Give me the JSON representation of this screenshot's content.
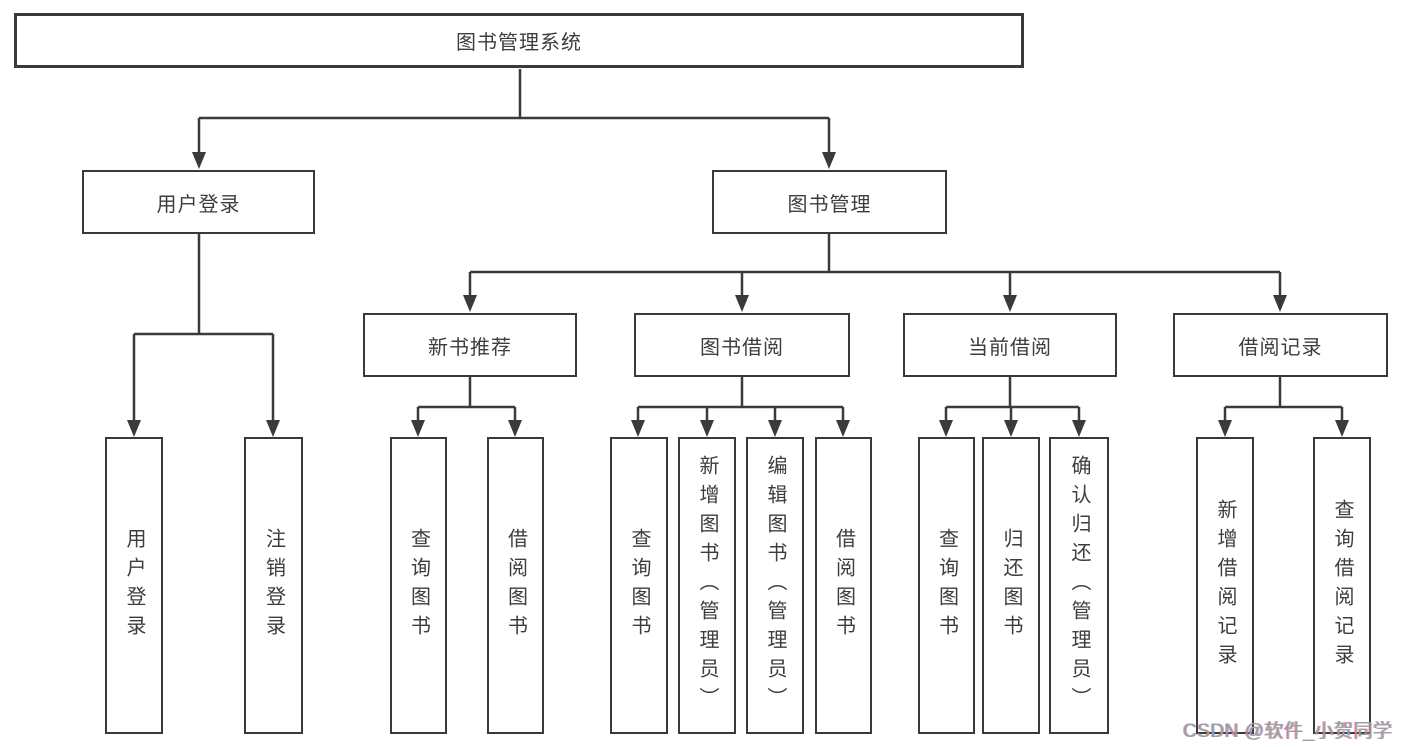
{
  "tree": {
    "root": {
      "label": "图书管理系统"
    },
    "level1": [
      {
        "label": "用户登录",
        "children": [
          {
            "label": "用户登录"
          },
          {
            "label": "注销登录"
          }
        ]
      },
      {
        "label": "图书管理",
        "children": [
          {
            "label": "新书推荐",
            "children": [
              {
                "label": "查询图书"
              },
              {
                "label": "借阅图书"
              }
            ]
          },
          {
            "label": "图书借阅",
            "children": [
              {
                "label": "查询图书"
              },
              {
                "label": "新增图书（管理员）"
              },
              {
                "label": "编辑图书（管理员）"
              },
              {
                "label": "借阅图书"
              }
            ]
          },
          {
            "label": "当前借阅",
            "children": [
              {
                "label": "查询图书"
              },
              {
                "label": "归还图书"
              },
              {
                "label": "确认归还（管理员）"
              }
            ]
          },
          {
            "label": "借阅记录",
            "children": [
              {
                "label": "新增借阅记录"
              },
              {
                "label": "查询借阅记录"
              }
            ]
          }
        ]
      }
    ]
  },
  "watermark": {
    "text": "CSDN @软件_小贺同学"
  },
  "colors": {
    "line": "#3a3a3a",
    "box_border": "#3a3a3a",
    "text": "#3d3d3d",
    "background": "#ffffff",
    "watermark": "#9d9d9d"
  }
}
